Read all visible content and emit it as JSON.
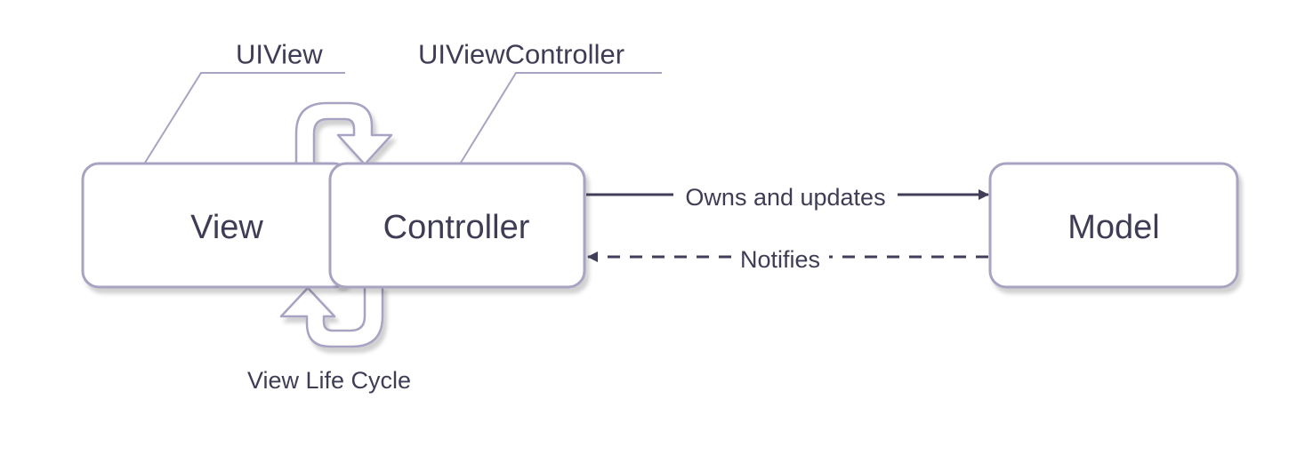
{
  "colors": {
    "background": "#ffffff",
    "node_fill": "#ffffff",
    "node_stroke": "#a7a3c2",
    "node_shadow": "#c9c9c9",
    "line": "#a7a3c2",
    "edge": "#403e58",
    "text": "#3f3d55"
  },
  "nodes": {
    "view": "View",
    "controller": "Controller",
    "model": "Model"
  },
  "callouts": {
    "uiview": "UIView",
    "uiviewcontroller": "UIViewController"
  },
  "edges": {
    "owns_and_updates": "Owns and updates",
    "notifies": "Notifies"
  },
  "caption": "View Life Cycle",
  "icons": {
    "top_cycle": "cycle-arrow-right-icon",
    "bottom_cycle": "cycle-arrow-up-icon"
  }
}
